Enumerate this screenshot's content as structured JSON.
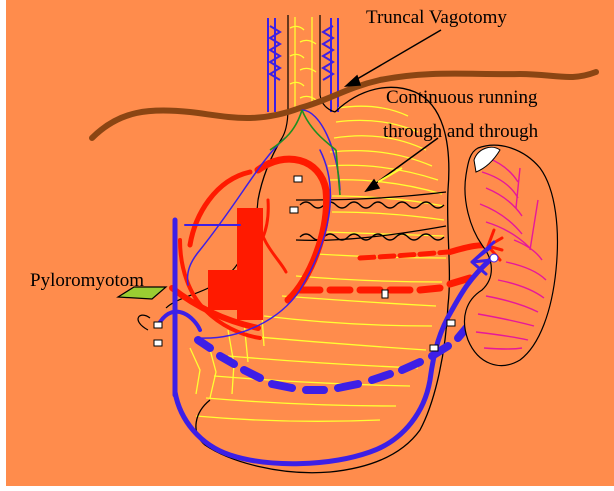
{
  "labels": {
    "vagotomy": "Truncal Vagotomy",
    "running_line1": "Continuous running",
    "running_line2": "through and through",
    "pyloromyotomy": "Pyloromyotom"
  },
  "colors": {
    "background": "#ff8c4c",
    "page": "#ffffff",
    "vagus_nerve": "#8b4513",
    "artery": "#ff1a00",
    "vein": "#3d1fe6",
    "rugae": "#ffff33",
    "spleen_lines": "#e6189a",
    "outline": "#000000"
  }
}
